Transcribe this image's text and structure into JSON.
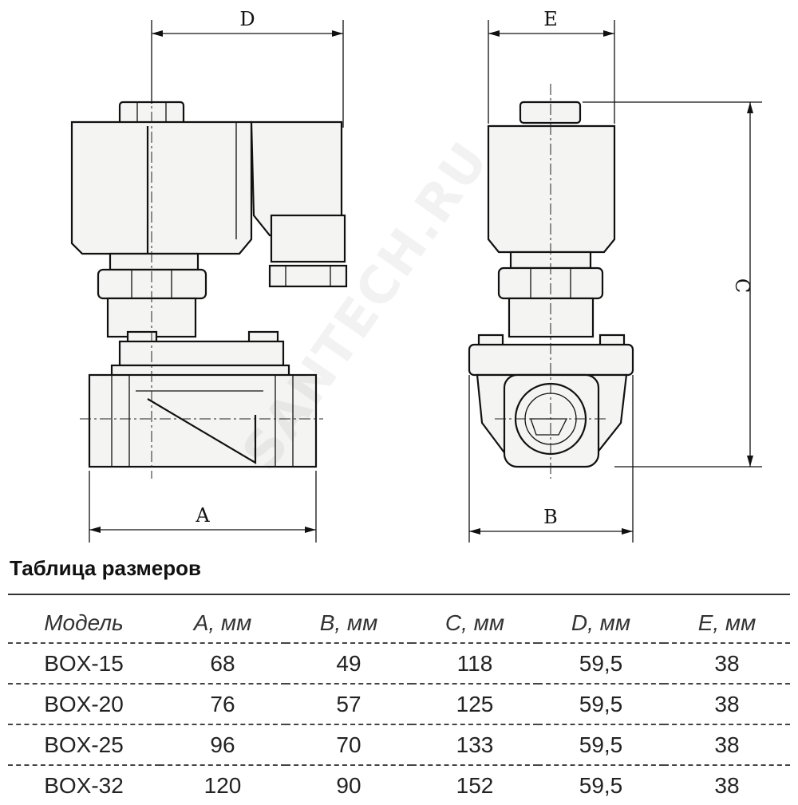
{
  "drawing": {
    "dimension_labels": {
      "a": "A",
      "b": "B",
      "c": "C",
      "d": "D",
      "e": "E"
    }
  },
  "watermark": "SANTECH.RU",
  "table": {
    "title": "Таблица размеров",
    "headers": [
      "Модель",
      "A, мм",
      "B, мм",
      "C, мм",
      "D, мм",
      "E, мм"
    ],
    "rows": [
      [
        "BOX-15",
        "68",
        "49",
        "118",
        "59,5",
        "38"
      ],
      [
        "BOX-20",
        "76",
        "57",
        "125",
        "59,5",
        "38"
      ],
      [
        "BOX-25",
        "96",
        "70",
        "133",
        "59,5",
        "38"
      ],
      [
        "BOX-32",
        "120",
        "90",
        "152",
        "59,5",
        "38"
      ]
    ]
  }
}
